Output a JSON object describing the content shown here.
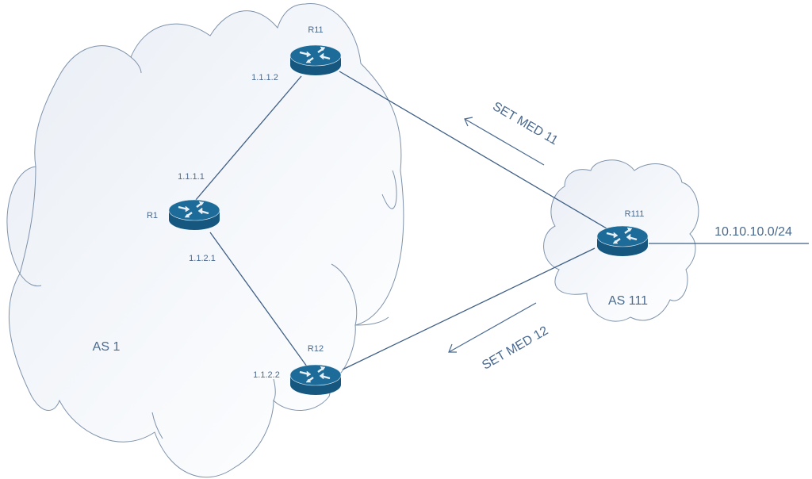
{
  "diagram": {
    "autonomous_systems": [
      {
        "id": "as1",
        "label": "AS 1"
      },
      {
        "id": "as111",
        "label": "AS 111"
      }
    ],
    "routers": [
      {
        "id": "r11",
        "label": "R11",
        "as": "as1"
      },
      {
        "id": "r1",
        "label": "R1",
        "as": "as1"
      },
      {
        "id": "r12",
        "label": "R12",
        "as": "as1"
      },
      {
        "id": "r111",
        "label": "R111",
        "as": "as111"
      }
    ],
    "interfaces": {
      "r11_to_r1": "1.1.1.2",
      "r1_to_r11": "1.1.1.1",
      "r1_to_r12": "1.1.2.1",
      "r12_to_r1": "1.1.2.2"
    },
    "links": [
      {
        "from": "r1",
        "to": "r11"
      },
      {
        "from": "r1",
        "to": "r12"
      },
      {
        "from": "r11",
        "to": "r111"
      },
      {
        "from": "r12",
        "to": "r111"
      },
      {
        "from": "r111",
        "to": "network"
      }
    ],
    "network": "10.10.10.0/24",
    "annotations": {
      "med_r11": "SET MED 11",
      "med_r12": "SET MED 12"
    },
    "colors": {
      "router": "#1a6491",
      "text": "#4a6a90",
      "link": "#3f5f85",
      "cloud_stroke": "#7f93ab"
    }
  }
}
